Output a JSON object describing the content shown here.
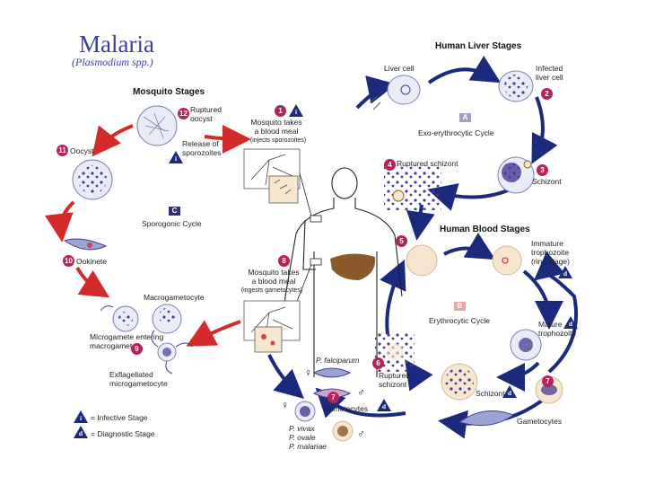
{
  "title": "Malaria",
  "subtitle": "(Plasmodium spp.)",
  "colors": {
    "blue_arrow": "#1c2a7d",
    "red_arrow": "#d42a2a",
    "step_badge": "#b3245a",
    "infective_triangle": "#1c2a7d",
    "cell_outline": "#7b7fb5",
    "cell_fill": "#f4f1f8",
    "rbc_fill": "#f6e6d0",
    "parasite": "#4a3a94",
    "liver": "#8a5a2a"
  },
  "icons": [
    "step-number-badge",
    "infective-stage-triangle",
    "diagnostic-stage-triangle",
    "human-silhouette",
    "mosquito-sketch",
    "liver-organ",
    "cycle-arrow"
  ],
  "mosquito": {
    "header": "Mosquito Stages",
    "cycle_letter": "C",
    "cycle_name": "Sporogonic Cycle",
    "ruptured_oocyst": "Ruptured\noocyst",
    "release": "Release of\nsporozoites",
    "oocyst": "Oocyst",
    "ookinete": "Ookinete",
    "macro": "Macrogametocyte",
    "micro_entering": "Microgamete entering\nmacrogamete",
    "exflag": "Exflagellated\nmicrogametocyte"
  },
  "bites": {
    "bite1_title": "Mosquito takes\na blood meal",
    "bite1_sub": "(injects sporozoites)",
    "bite2_title": "Mosquito takes\na blood meal",
    "bite2_sub": "(ingests gametocytes)"
  },
  "liver": {
    "header": "Human Liver Stages",
    "liver_cell": "Liver cell",
    "infected": "Infected\nliver cell",
    "cycle_letter": "A",
    "cycle_name": "Exo-erythrocytic Cycle",
    "ruptured_schizont": "Ruptured schizont",
    "schizont": "Schizont"
  },
  "blood": {
    "header": "Human Blood Stages",
    "immature": "Immature\ntrophozoite\n(ring stage)",
    "cycle_letter": "B",
    "cycle_name": "Erythrocytic Cycle",
    "mature": "Mature\ntrophozoite",
    "ruptured_schizont": "Ruptured\nschizont",
    "schizont": "Schizont",
    "gametocytes": "Gametocytes",
    "gametocytes2": "Gametocytes",
    "p_falciparum": "P. falciparum",
    "p_others": "P. vivax\nP. ovale\nP. malariae"
  },
  "legend": {
    "infective_symbol": "i",
    "infective": "= Infective Stage",
    "diagnostic_symbol": "d",
    "diagnostic": "= Diagnostic Stage"
  },
  "steps": {
    "s1": "1",
    "s2": "2",
    "s3": "3",
    "s4": "4",
    "s5": "5",
    "s6": "6",
    "s7": "7",
    "s7b": "7",
    "s8": "8",
    "s9": "9",
    "s10": "10",
    "s11": "11",
    "s12": "12"
  },
  "marks": {
    "infective": "i",
    "diagnostic": "d"
  }
}
